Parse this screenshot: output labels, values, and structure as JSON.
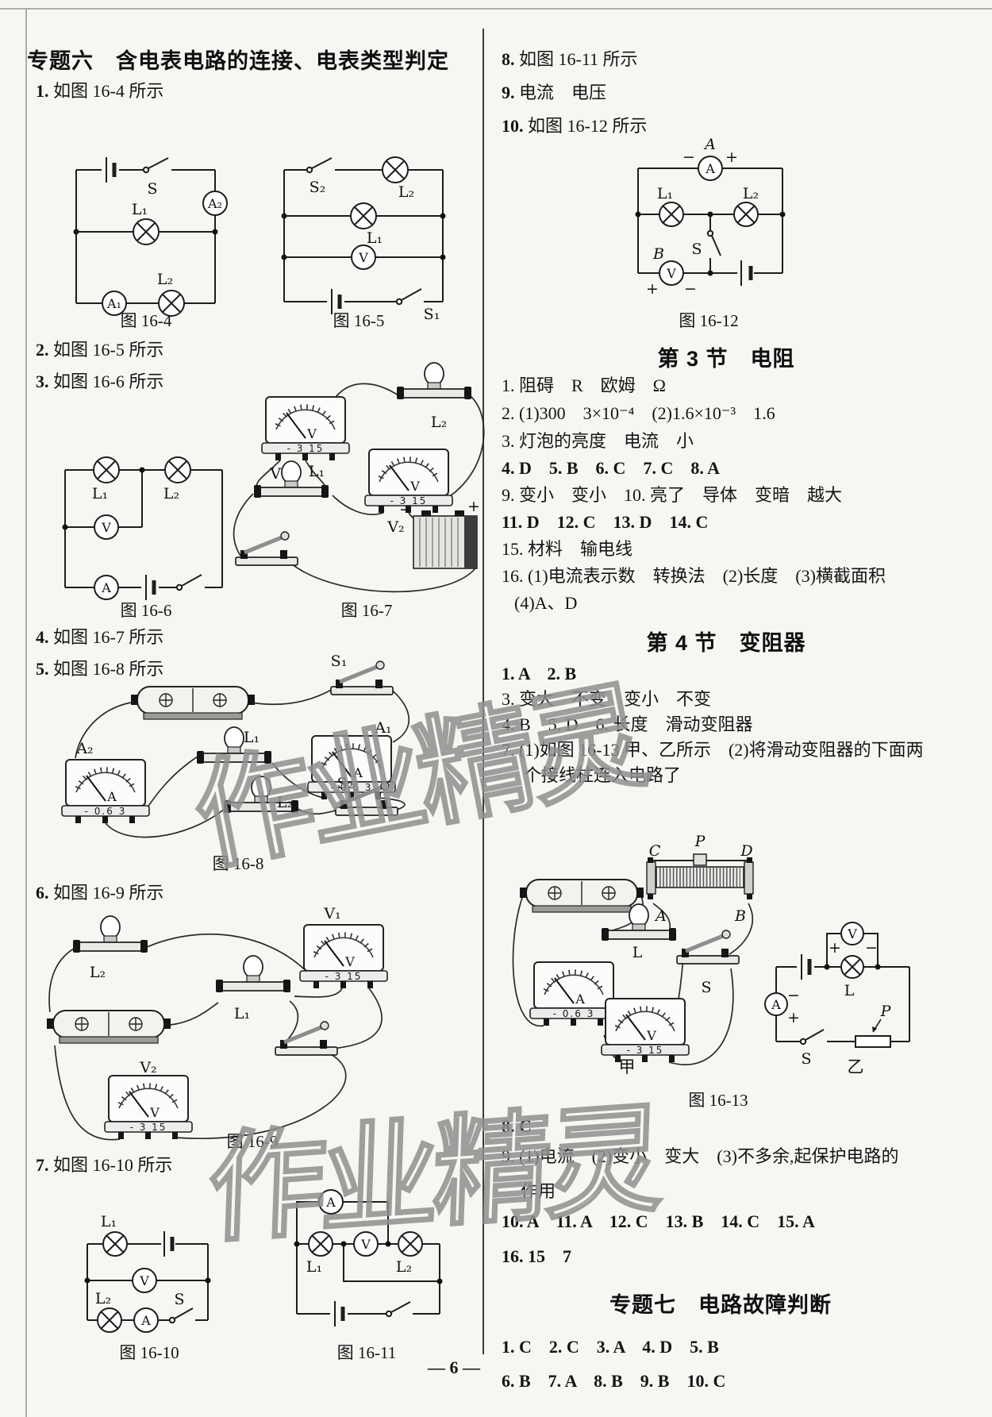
{
  "page": {
    "footer": "— 6 —",
    "watermark": "作业精灵"
  },
  "left": {
    "title": "专题六　含电表电路的连接、电表类型判定",
    "items": [
      {
        "num": "1.",
        "text": "如图 16-4 所示"
      },
      {
        "num": "2.",
        "text": "如图 16-5 所示"
      },
      {
        "num": "3.",
        "text": "如图 16-6 所示"
      },
      {
        "num": "4.",
        "text": "如图 16-7 所示"
      },
      {
        "num": "5.",
        "text": "如图 16-8 所示"
      },
      {
        "num": "6.",
        "text": "如图 16-9 所示"
      },
      {
        "num": "7.",
        "text": "如图 16-10 所示"
      }
    ]
  },
  "right": {
    "items": [
      {
        "num": "8.",
        "text": "如图 16-11 所示"
      },
      {
        "num": "9.",
        "text": "电流　电压"
      },
      {
        "num": "10.",
        "text": "如图 16-12 所示"
      }
    ],
    "sec3": {
      "title": "第 3 节　电阻",
      "lines": [
        "1. 阻碍　R　欧姆　Ω",
        "2. (1)300　3×10⁻⁴　(2)1.6×10⁻³　1.6",
        "3. 灯泡的亮度　电流　小",
        "4. D　5. B　6. C　7. C　8. A",
        "9. 变小　变小　10. 亮了　导体　变暗　越大",
        "11. D　12. C　13. D　14. C",
        "15. 材料　输电线",
        "16. (1)电流表示数　转换法　(2)长度　(3)横截面积",
        "(4)A、D"
      ]
    },
    "sec4": {
      "title": "第 4 节　变阻器",
      "lines": [
        "1. A　2. B",
        "3. 变大　不变　变小　不变",
        "4. B　5. D　6. 长度　滑动变阻器",
        "7. (1)如图 16-13 甲、乙所示　(2)将滑动变阻器的下面两",
        "个接线柱连入电路了"
      ],
      "lines2": [
        "8. C",
        "9. (1)电流　(2)变小　变大　(3)不多余,起保护电路的",
        "作用",
        "10. A　11. A　12. C　13. B　14. C　15. A",
        "16. 15　7"
      ]
    },
    "sec7": {
      "title": "专题七　电路故障判断",
      "lines": [
        "1. C　2. C　3. A　4. D　5. B",
        "6. B　7. A　8. B　9. B　10. C"
      ]
    }
  },
  "captions": {
    "f4": "图 16-4",
    "f5": "图 16-5",
    "f6": "图 16-6",
    "f7": "图 16-7",
    "f8": "图 16-8",
    "f9": "图 16-9",
    "f10": "图 16-10",
    "f11": "图 16-11",
    "f12": "图 16-12",
    "f13": "图 16-13",
    "jia": "甲",
    "yi": "乙"
  },
  "labels": {
    "L1": "L₁",
    "L2": "L₂",
    "L": "L",
    "V": "V",
    "A": "A",
    "B": "B",
    "S": "S",
    "S1": "S₁",
    "S2": "S₂",
    "A1": "A₁",
    "A2": "A₂",
    "V1": "V₁",
    "V2": "V₂",
    "P": "P",
    "C": "C",
    "D": "D",
    "plus": "+",
    "minus": "−",
    "rA": "- 0.6 3",
    "rV": "- 3 15"
  }
}
